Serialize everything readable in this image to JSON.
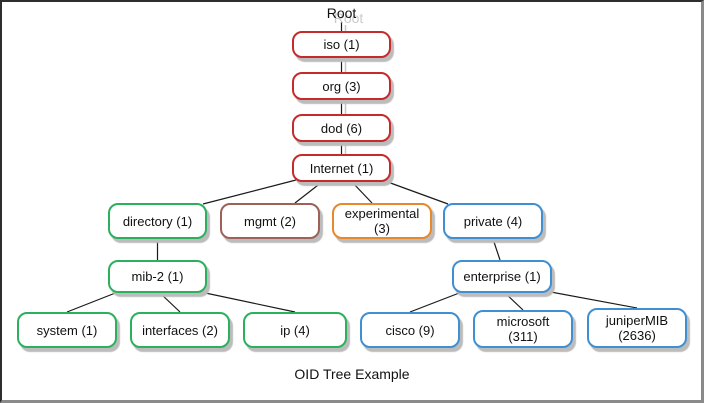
{
  "frame": {
    "caption": "OID Tree Example"
  },
  "palette": {
    "red": "#c62b2b",
    "brown": "#9d6157",
    "green": "#2bb05e",
    "orange": "#e8882d",
    "blue": "#3f8fd2",
    "line": "#1a1a1a",
    "line_shadow": "#c6c6c6",
    "box_shadow": "#bcbcbc"
  },
  "tree": {
    "root_label": "Root",
    "nodes": {
      "iso": {
        "label": "iso (1)",
        "color": "red"
      },
      "org": {
        "label": "org (3)",
        "color": "red"
      },
      "dod": {
        "label": "dod (6)",
        "color": "red"
      },
      "internet": {
        "label": "Internet (1)",
        "color": "red"
      },
      "directory": {
        "label": "directory (1)",
        "color": "green"
      },
      "mgmt": {
        "label": "mgmt (2)",
        "color": "brown"
      },
      "experimental": {
        "line1": "experimental",
        "line2": "(3)",
        "color": "orange"
      },
      "private": {
        "label": "private (4)",
        "color": "blue"
      },
      "mib2": {
        "label": "mib-2 (1)",
        "color": "green"
      },
      "enterprise": {
        "label": "enterprise (1)",
        "color": "blue"
      },
      "system": {
        "label": "system (1)",
        "color": "green"
      },
      "interfaces": {
        "label": "interfaces (2)",
        "color": "green"
      },
      "ip": {
        "label": "ip (4)",
        "color": "green"
      },
      "cisco": {
        "label": "cisco (9)",
        "color": "blue"
      },
      "microsoft": {
        "line1": "microsoft",
        "line2": "(311)",
        "color": "blue"
      },
      "junipermib": {
        "line1": "juniperMIB",
        "line2": "(2636)",
        "color": "blue"
      }
    }
  }
}
